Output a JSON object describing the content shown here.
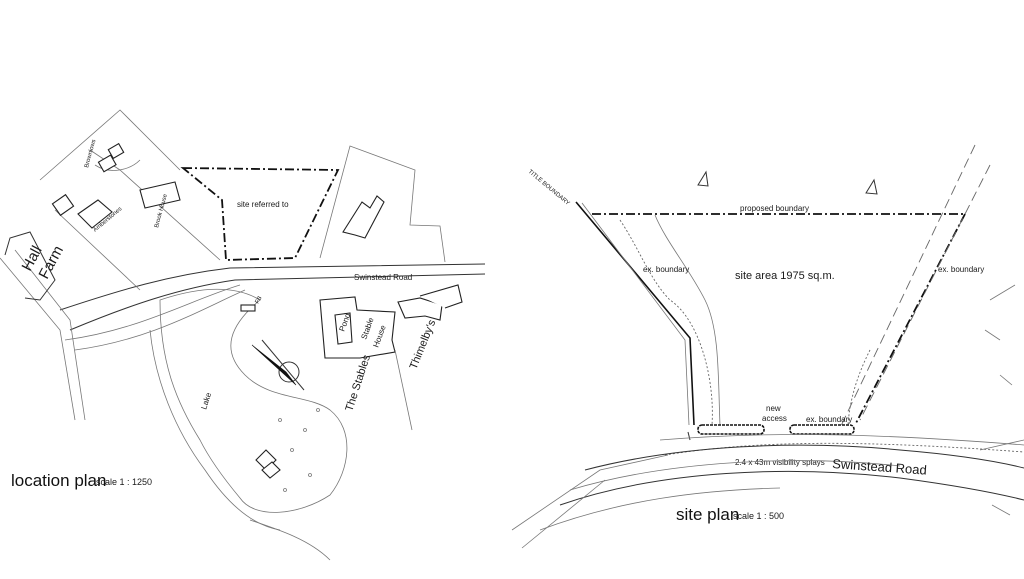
{
  "location_plan": {
    "title": "location plan",
    "scale": "scale 1 : 1250",
    "labels": {
      "site": "site referred to",
      "road": "Swinstead Road",
      "hall_farm_1": "Hall",
      "hall_farm_2": "Farm",
      "brownlows": "Brownlows",
      "amberstones": "Amberstones",
      "brook_house": "Brook House",
      "fb": "FB",
      "pond": "Pond",
      "stable_house_1": "Stable",
      "stable_house_2": "House",
      "the_stables": "The Stables",
      "thimelbys": "Thimelby's",
      "lake": "Lake"
    }
  },
  "site_plan": {
    "title": "site plan",
    "scale": "scale 1 : 500",
    "labels": {
      "title_boundary": "TITLE BOUNDARY",
      "proposed_boundary": "proposed boundary",
      "ex_boundary_left": "ex. boundary",
      "ex_boundary_right": "ex. boundary",
      "ex_boundary_bottom": "ex. boundary",
      "site_area": "site area 1975 sq.m.",
      "new_access_1": "new",
      "new_access_2": "access",
      "visibility_splays": "2.4 x 43m visibility splays",
      "road": "Swinstead Road"
    }
  }
}
